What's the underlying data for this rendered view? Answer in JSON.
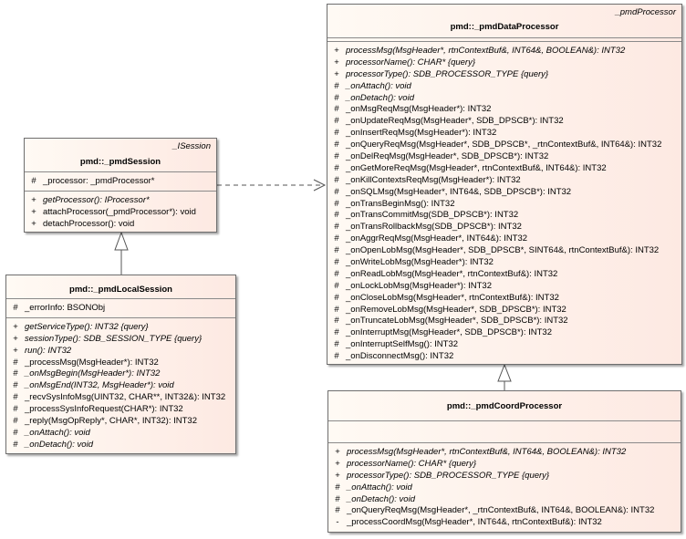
{
  "classes": {
    "session": {
      "stereotype": "_ISession",
      "name": "pmd::_pmdSession",
      "attributes": [
        {
          "vis": "#",
          "sig": "_processor: _pmdProcessor*",
          "italic": false
        }
      ],
      "operations": [
        {
          "vis": "+",
          "sig": "getProcessor(): IProcessor*",
          "italic": true
        },
        {
          "vis": "+",
          "sig": "attachProcessor(_pmdProcessor*): void",
          "italic": false
        },
        {
          "vis": "+",
          "sig": "detachProcessor(): void",
          "italic": false
        }
      ]
    },
    "local_session": {
      "stereotype": "",
      "name": "pmd::_pmdLocalSession",
      "attributes": [
        {
          "vis": "#",
          "sig": "_errorInfo: BSONObj",
          "italic": false
        }
      ],
      "operations": [
        {
          "vis": "+",
          "sig": "getServiceType(): INT32 {query}",
          "italic": true
        },
        {
          "vis": "+",
          "sig": "sessionType(): SDB_SESSION_TYPE {query}",
          "italic": true
        },
        {
          "vis": "+",
          "sig": "run(): INT32",
          "italic": true
        },
        {
          "vis": "#",
          "sig": "_processMsg(MsgHeader*): INT32",
          "italic": false
        },
        {
          "vis": "#",
          "sig": "_onMsgBegin(MsgHeader*): INT32",
          "italic": true
        },
        {
          "vis": "#",
          "sig": "_onMsgEnd(INT32, MsgHeader*): void",
          "italic": true
        },
        {
          "vis": "#",
          "sig": "_recvSysInfoMsg(UINT32, CHAR**, INT32&): INT32",
          "italic": false
        },
        {
          "vis": "#",
          "sig": "_processSysInfoRequest(CHAR*): INT32",
          "italic": false
        },
        {
          "vis": "#",
          "sig": "_reply(MsgOpReply*, CHAR*, INT32): INT32",
          "italic": false
        },
        {
          "vis": "#",
          "sig": "_onAttach(): void",
          "italic": true
        },
        {
          "vis": "#",
          "sig": "_onDetach(): void",
          "italic": true
        }
      ]
    },
    "data_processor": {
      "stereotype": "_pmdProcessor",
      "name": "pmd::_pmdDataProcessor",
      "attributes": [],
      "operations": [
        {
          "vis": "+",
          "sig": "processMsg(MsgHeader*, rtnContextBuf&, INT64&, BOOLEAN&): INT32",
          "italic": true
        },
        {
          "vis": "+",
          "sig": "processorName(): CHAR* {query}",
          "italic": true
        },
        {
          "vis": "+",
          "sig": "processorType(): SDB_PROCESSOR_TYPE {query}",
          "italic": true
        },
        {
          "vis": "#",
          "sig": "_onAttach(): void",
          "italic": true
        },
        {
          "vis": "#",
          "sig": "_onDetach(): void",
          "italic": true
        },
        {
          "vis": "#",
          "sig": "_onMsgReqMsg(MsgHeader*): INT32",
          "italic": false
        },
        {
          "vis": "#",
          "sig": "_onUpdateReqMsg(MsgHeader*, SDB_DPSCB*): INT32",
          "italic": false
        },
        {
          "vis": "#",
          "sig": "_onInsertReqMsg(MsgHeader*): INT32",
          "italic": false
        },
        {
          "vis": "#",
          "sig": "_onQueryReqMsg(MsgHeader*, SDB_DPSCB*, _rtnContextBuf&, INT64&): INT32",
          "italic": false
        },
        {
          "vis": "#",
          "sig": "_onDelReqMsg(MsgHeader*, SDB_DPSCB*): INT32",
          "italic": false
        },
        {
          "vis": "#",
          "sig": "_onGetMoreReqMsg(MsgHeader*, rtnContextBuf&, INT64&): INT32",
          "italic": false
        },
        {
          "vis": "#",
          "sig": "_onKillContextsReqMsg(MsgHeader*): INT32",
          "italic": false
        },
        {
          "vis": "#",
          "sig": "_onSQLMsg(MsgHeader*, INT64&, SDB_DPSCB*): INT32",
          "italic": false
        },
        {
          "vis": "#",
          "sig": "_onTransBeginMsg(): INT32",
          "italic": false
        },
        {
          "vis": "#",
          "sig": "_onTransCommitMsg(SDB_DPSCB*): INT32",
          "italic": false
        },
        {
          "vis": "#",
          "sig": "_onTransRollbackMsg(SDB_DPSCB*): INT32",
          "italic": false
        },
        {
          "vis": "#",
          "sig": "_onAggrReqMsg(MsgHeader*, INT64&): INT32",
          "italic": false
        },
        {
          "vis": "#",
          "sig": "_onOpenLobMsg(MsgHeader*, SDB_DPSCB*, SINT64&, rtnContextBuf&): INT32",
          "italic": false
        },
        {
          "vis": "#",
          "sig": "_onWriteLobMsg(MsgHeader*): INT32",
          "italic": false
        },
        {
          "vis": "#",
          "sig": "_onReadLobMsg(MsgHeader*, rtnContextBuf&): INT32",
          "italic": false
        },
        {
          "vis": "#",
          "sig": "_onLockLobMsg(MsgHeader*): INT32",
          "italic": false
        },
        {
          "vis": "#",
          "sig": "_onCloseLobMsg(MsgHeader*, rtnContextBuf&): INT32",
          "italic": false
        },
        {
          "vis": "#",
          "sig": "_onRemoveLobMsg(MsgHeader*, SDB_DPSCB*): INT32",
          "italic": false
        },
        {
          "vis": "#",
          "sig": "_onTruncateLobMsg(MsgHeader*, SDB_DPSCB*): INT32",
          "italic": false
        },
        {
          "vis": "#",
          "sig": "_onInterruptMsg(MsgHeader*, SDB_DPSCB*): INT32",
          "italic": false
        },
        {
          "vis": "#",
          "sig": "_onInterruptSelfMsg(): INT32",
          "italic": false
        },
        {
          "vis": "#",
          "sig": "_onDisconnectMsg(): INT32",
          "italic": false
        }
      ]
    },
    "coord_processor": {
      "stereotype": "",
      "name": "pmd::_pmdCoordProcessor",
      "attributes": [],
      "operations": [
        {
          "vis": "+",
          "sig": "processMsg(MsgHeader*, rtnContextBuf&, INT64&, BOOLEAN&): INT32",
          "italic": true
        },
        {
          "vis": "+",
          "sig": "processorName(): CHAR* {query}",
          "italic": true
        },
        {
          "vis": "+",
          "sig": "processorType(): SDB_PROCESSOR_TYPE {query}",
          "italic": true
        },
        {
          "vis": "#",
          "sig": "_onAttach(): void",
          "italic": true
        },
        {
          "vis": "#",
          "sig": "_onDetach(): void",
          "italic": true
        },
        {
          "vis": "#",
          "sig": "_onQueryReqMsg(MsgHeader*, _rtnContextBuf&, INT64&, BOOLEAN&): INT32",
          "italic": false
        },
        {
          "vis": "-",
          "sig": "_processCoordMsg(MsgHeader*, INT64&, rtnContextBuf&): INT32",
          "italic": false
        }
      ]
    }
  },
  "relations": [
    {
      "type": "generalization",
      "from": "local_session",
      "to": "session"
    },
    {
      "type": "generalization",
      "from": "coord_processor",
      "to": "data_processor"
    },
    {
      "type": "dependency",
      "from": "session",
      "to": "data_processor"
    }
  ]
}
